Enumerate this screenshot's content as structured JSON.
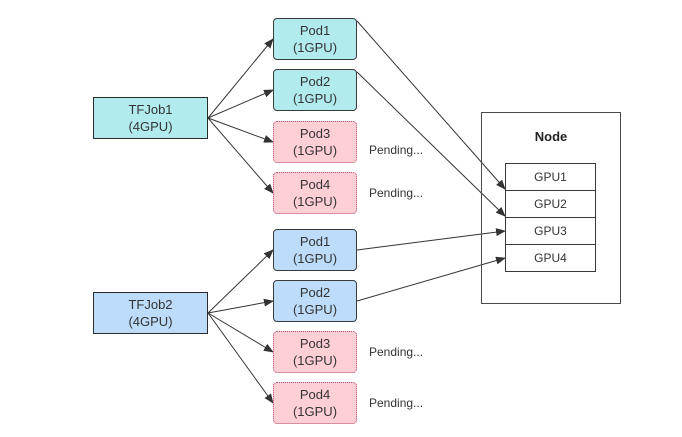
{
  "colors": {
    "job1_fill": "#b2ebee",
    "job2_fill": "#bcdcfa",
    "pod_running_fill_job1": "#b2ebee",
    "pod_running_fill_job2": "#bcdcfa",
    "pod_pending_fill": "#ffcfd6",
    "arrow": "#333333"
  },
  "jobs": [
    {
      "title": "TFJob1",
      "sub": "(4GPU)",
      "pods": [
        {
          "title": "Pod1",
          "sub": "(1GPU)",
          "status": "running"
        },
        {
          "title": "Pod2",
          "sub": "(1GPU)",
          "status": "running"
        },
        {
          "title": "Pod3",
          "sub": "(1GPU)",
          "status": "pending",
          "status_label": "Pending..."
        },
        {
          "title": "Pod4",
          "sub": "(1GPU)",
          "status": "pending",
          "status_label": "Pending..."
        }
      ]
    },
    {
      "title": "TFJob2",
      "sub": "(4GPU)",
      "pods": [
        {
          "title": "Pod1",
          "sub": "(1GPU)",
          "status": "running"
        },
        {
          "title": "Pod2",
          "sub": "(1GPU)",
          "status": "running"
        },
        {
          "title": "Pod3",
          "sub": "(1GPU)",
          "status": "pending",
          "status_label": "Pending..."
        },
        {
          "title": "Pod4",
          "sub": "(1GPU)",
          "status": "pending",
          "status_label": "Pending..."
        }
      ]
    }
  ],
  "node": {
    "title": "Node",
    "gpus": [
      "GPU1",
      "GPU2",
      "GPU3",
      "GPU4"
    ]
  },
  "assignments": [
    {
      "job": 0,
      "pod": 0,
      "gpu": 0
    },
    {
      "job": 0,
      "pod": 1,
      "gpu": 1
    },
    {
      "job": 1,
      "pod": 0,
      "gpu": 2
    },
    {
      "job": 1,
      "pod": 1,
      "gpu": 3
    }
  ]
}
